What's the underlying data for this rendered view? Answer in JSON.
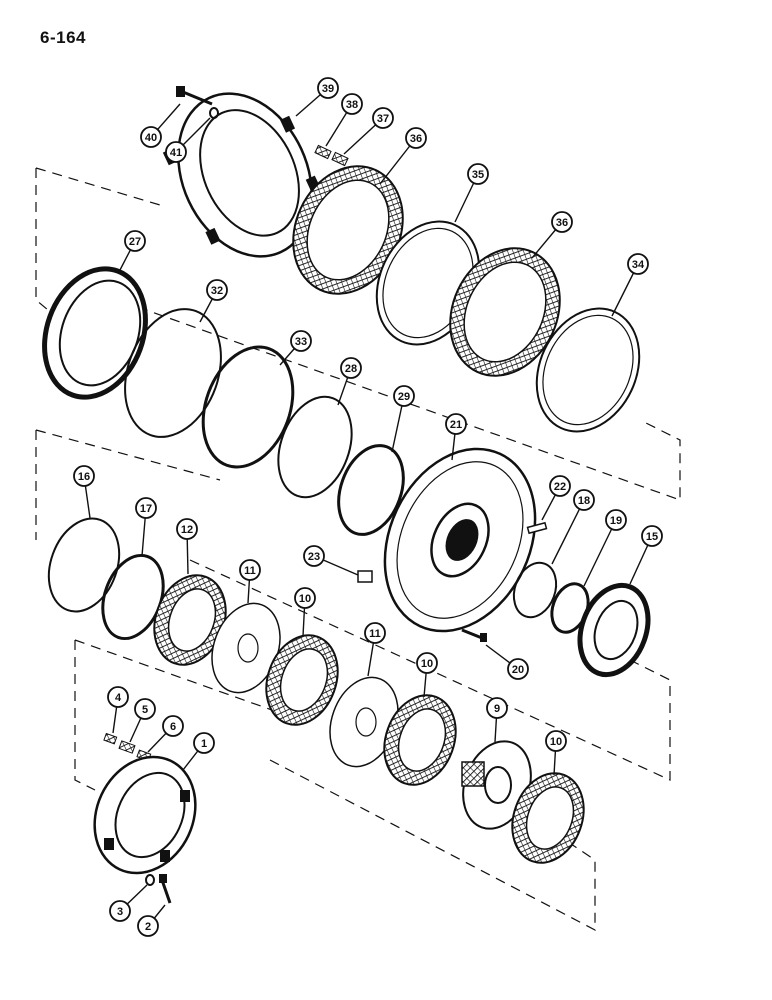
{
  "page": {
    "number": "6-164"
  },
  "callouts": [
    {
      "id": "39",
      "label": "39"
    },
    {
      "id": "38",
      "label": "38"
    },
    {
      "id": "37",
      "label": "37"
    },
    {
      "id": "36a",
      "label": "36"
    },
    {
      "id": "35",
      "label": "35"
    },
    {
      "id": "36b",
      "label": "36"
    },
    {
      "id": "34",
      "label": "34"
    },
    {
      "id": "40",
      "label": "40"
    },
    {
      "id": "41",
      "label": "41"
    },
    {
      "id": "27",
      "label": "27"
    },
    {
      "id": "32",
      "label": "32"
    },
    {
      "id": "33",
      "label": "33"
    },
    {
      "id": "28",
      "label": "28"
    },
    {
      "id": "29",
      "label": "29"
    },
    {
      "id": "21",
      "label": "21"
    },
    {
      "id": "22",
      "label": "22"
    },
    {
      "id": "18",
      "label": "18"
    },
    {
      "id": "19",
      "label": "19"
    },
    {
      "id": "15",
      "label": "15"
    },
    {
      "id": "16",
      "label": "16"
    },
    {
      "id": "17",
      "label": "17"
    },
    {
      "id": "12",
      "label": "12"
    },
    {
      "id": "11a",
      "label": "11"
    },
    {
      "id": "10a",
      "label": "10"
    },
    {
      "id": "23",
      "label": "23"
    },
    {
      "id": "11b",
      "label": "11"
    },
    {
      "id": "10b",
      "label": "10"
    },
    {
      "id": "20",
      "label": "20"
    },
    {
      "id": "9",
      "label": "9"
    },
    {
      "id": "10c",
      "label": "10"
    },
    {
      "id": "4",
      "label": "4"
    },
    {
      "id": "5",
      "label": "5"
    },
    {
      "id": "6",
      "label": "6"
    },
    {
      "id": "1",
      "label": "1"
    },
    {
      "id": "3",
      "label": "3"
    },
    {
      "id": "2",
      "label": "2"
    }
  ]
}
